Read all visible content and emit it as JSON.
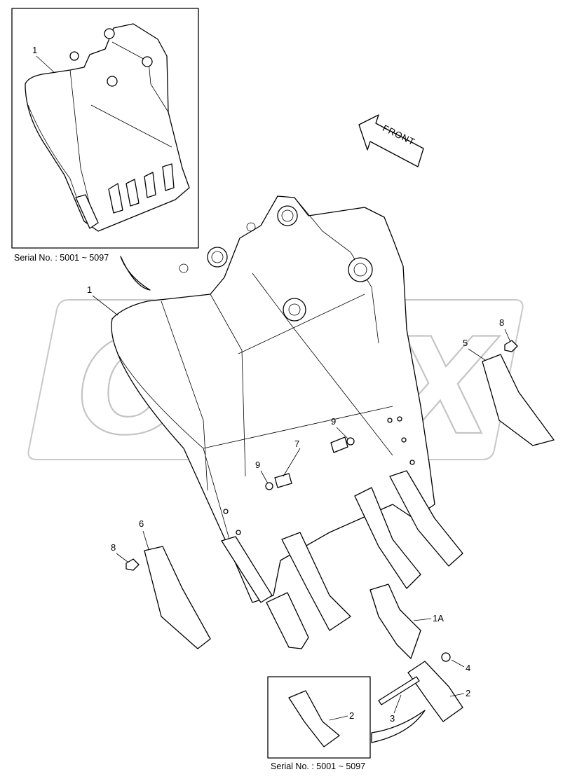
{
  "inset_top": {
    "serial": "Serial No. : 5001 ~ 5097",
    "callout": "1"
  },
  "inset_bottom": {
    "serial": "Serial No. : 5001 ~ 5097",
    "callout": "2"
  },
  "direction": {
    "label": "FRONT"
  },
  "watermark": {
    "text": "OPEX"
  },
  "callouts": {
    "bucket": "1",
    "tooth_adapter": "1A",
    "tooth_right": "2",
    "tooth_pin": "3",
    "pin_lock": "4",
    "side_cutter_right": "5",
    "side_cutter_left": "6",
    "bolt": "7",
    "nut_right": "8",
    "nut_left": "8",
    "washer_right": "9",
    "washer_left": "9"
  }
}
